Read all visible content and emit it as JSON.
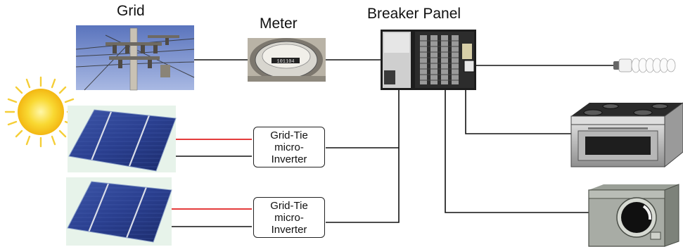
{
  "labels": {
    "grid": "Grid",
    "meter": "Meter",
    "breaker_panel": "Breaker Panel"
  },
  "meter_display": "101104",
  "inverters": [
    {
      "line1": "Grid-Tie",
      "line2": "micro-",
      "line3": "Inverter"
    },
    {
      "line1": "Grid-Tie",
      "line2": "micro-",
      "line3": "Inverter"
    }
  ],
  "colors": {
    "wire_black": "#111111",
    "wire_red": "#e02020",
    "sky": "#6c86c8",
    "sun": "#f7d21c",
    "cell_blue": "#2a3f8f"
  }
}
